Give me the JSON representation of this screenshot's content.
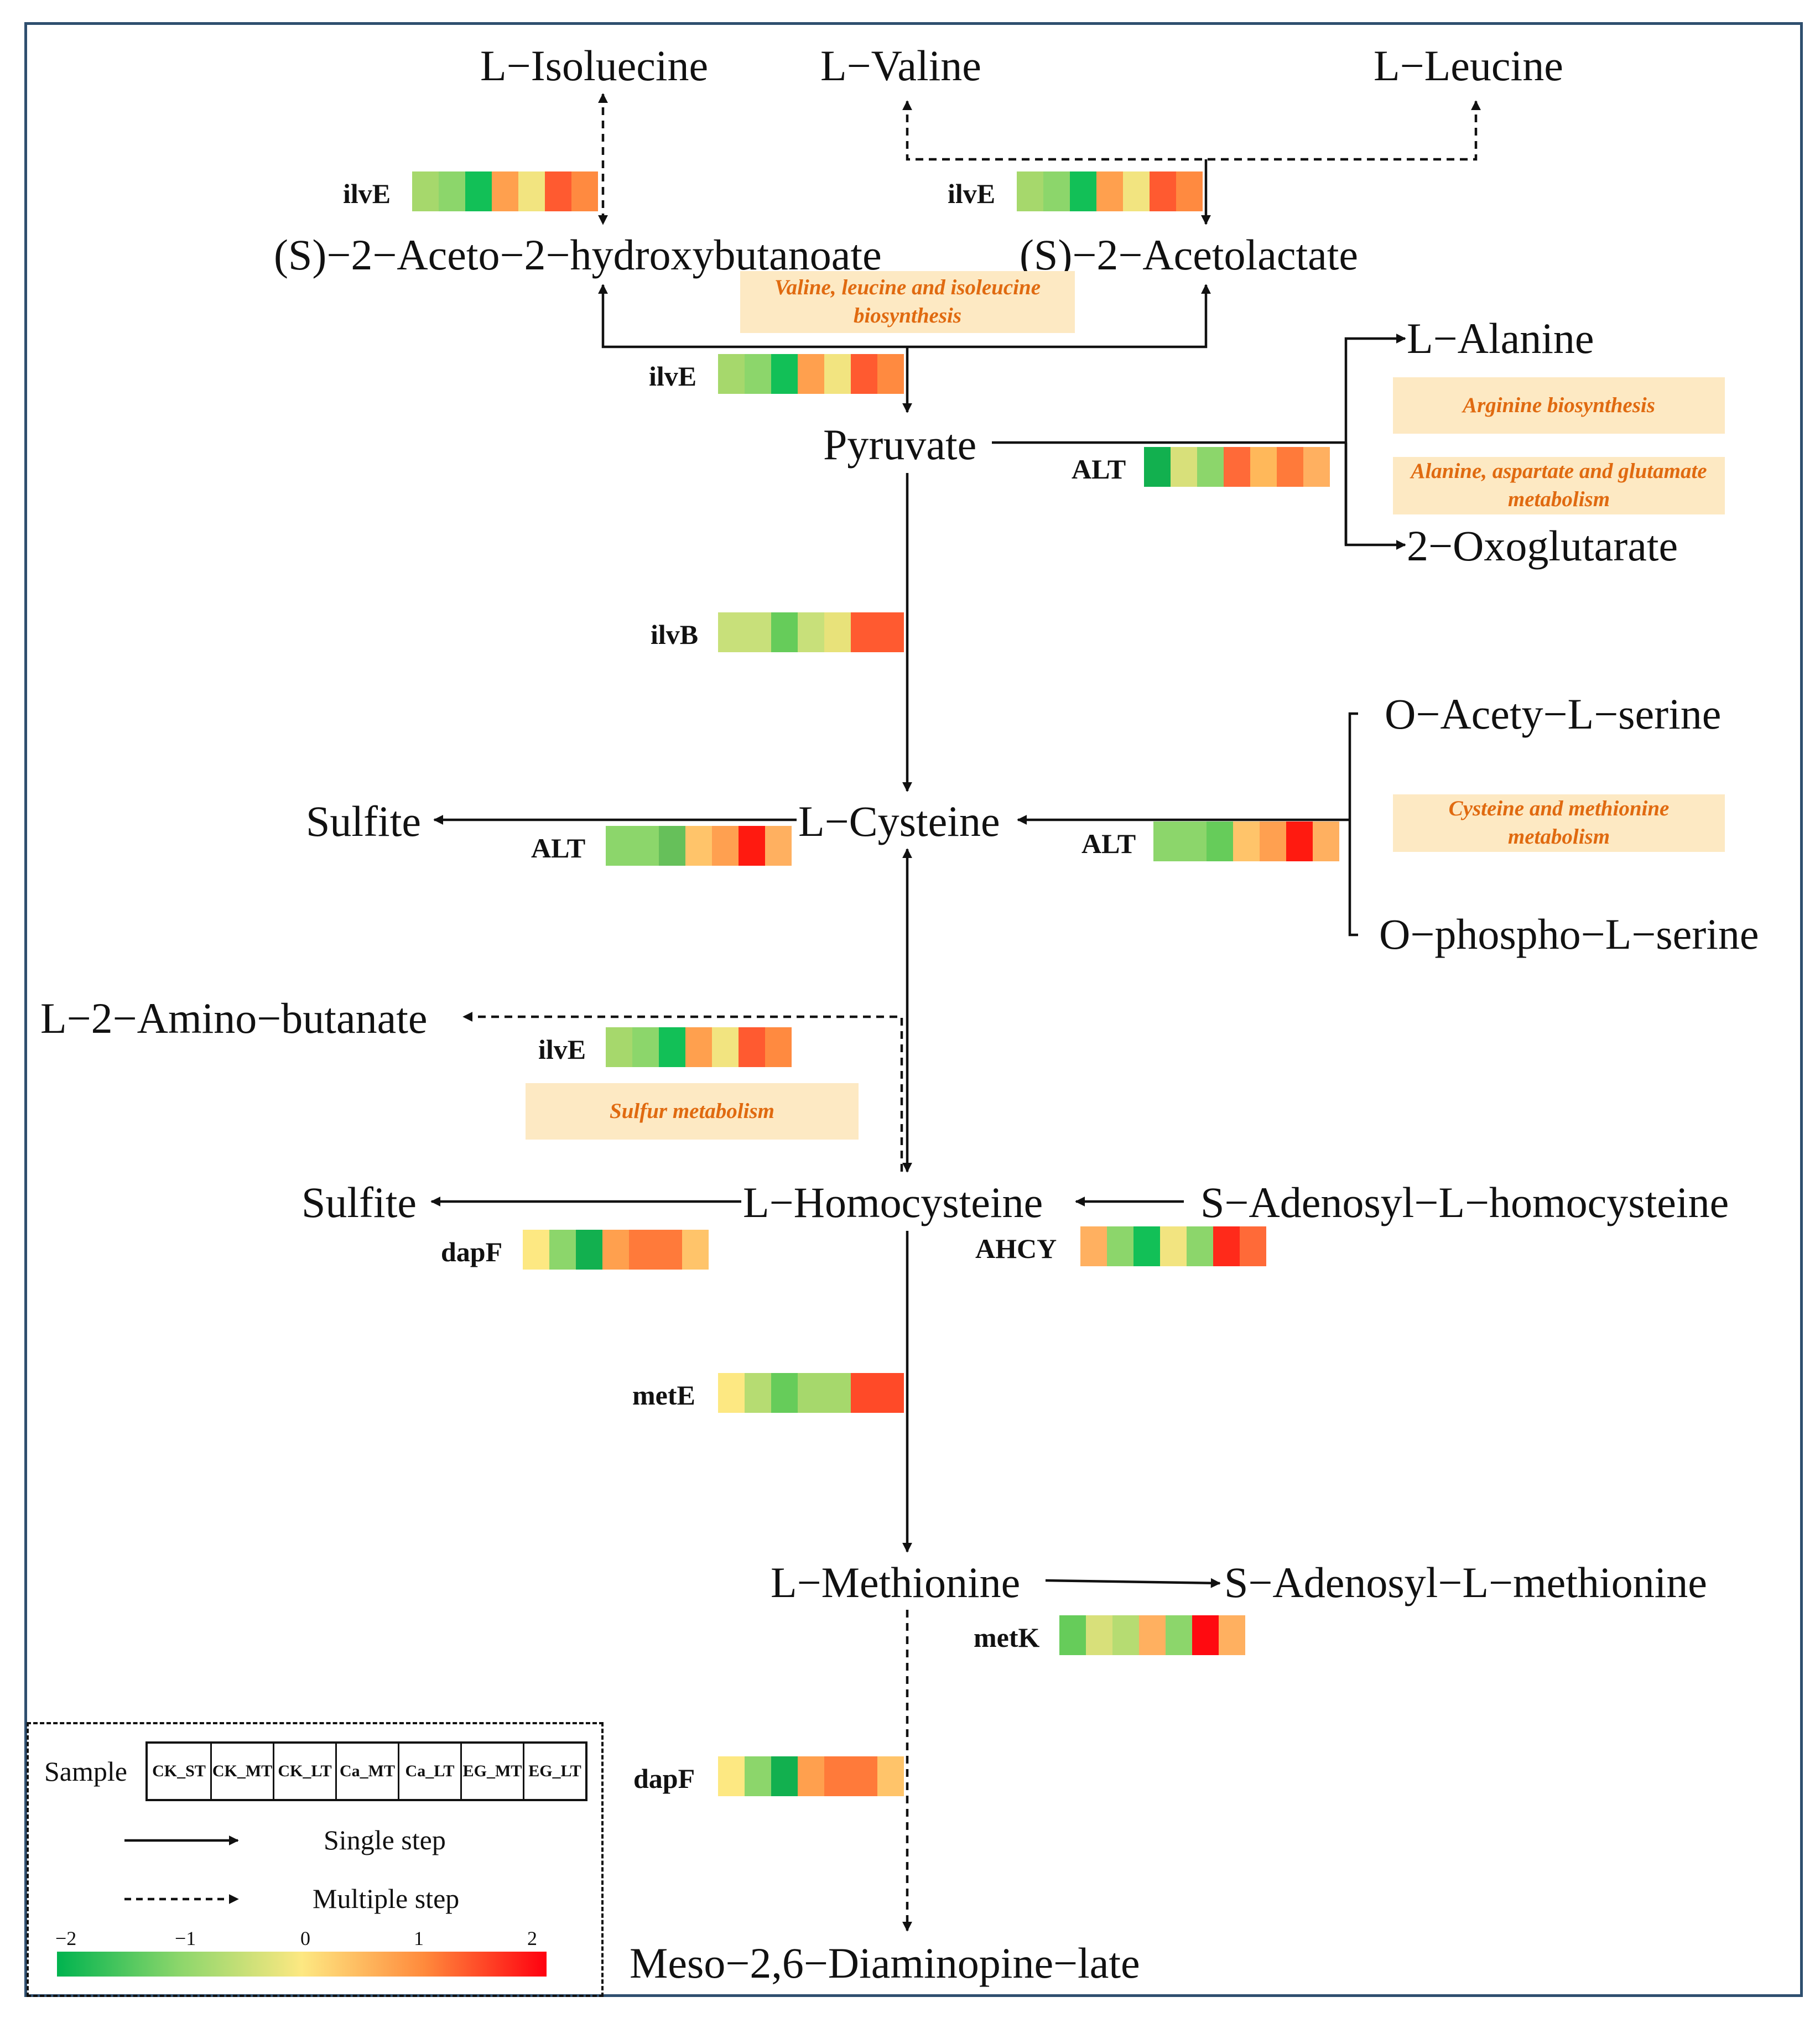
{
  "nodes": {
    "l_isoleucine": "L−Isoluecine",
    "l_valine": "L−Valine",
    "l_leucine": "L−Leucine",
    "aceto_hydroxybutanoate": "(S)−2−Aceto−2−hydroxybutanoate",
    "acetolactate": "(S)−2−Acetolactate",
    "l_alanine": "L−Alanine",
    "pyruvate": "Pyruvate",
    "oxoglutarate": "2−Oxoglutarate",
    "o_acetyl_serine": "O−Acety−L−serine",
    "sulfite_1": "Sulfite",
    "l_cysteine": "L−Cysteine",
    "o_phospho_serine": "O−phospho−L−serine",
    "amino_butanate": "L−2−Amino−butanate",
    "sulfite_2": "Sulfite",
    "l_homocysteine": "L−Homocysteine",
    "sah": "S−Adenosyl−L−homocysteine",
    "l_methionine": "L−Methionine",
    "sam": "S−Adenosyl−L−methionine",
    "diaminopimelate": "Meso−2,6−Diaminopine−late"
  },
  "pathways": {
    "valine": "Valine, leucine and isoleucine biosynthesis",
    "arginine": "Arginine biosynthesis",
    "alanine": "Alanine, aspartate and glutamate metabolism",
    "cysteine": "Cysteine and methionine metabolism",
    "sulfur": "Sulfur metabolism"
  },
  "enzymes": [
    {
      "label": "ilvE",
      "colors": [
        "#a6d86c",
        "#8cd66b",
        "#12c057",
        "#ffa04e",
        "#f2e480",
        "#ff5a30",
        "#ff8a40"
      ]
    },
    {
      "label": "ilvE",
      "colors": [
        "#a6d86c",
        "#8cd66b",
        "#12c057",
        "#ffa04e",
        "#f2e480",
        "#ff5a30",
        "#ff8a40"
      ]
    },
    {
      "label": "ilvE",
      "colors": [
        "#a6d86c",
        "#8cd66b",
        "#12c057",
        "#ffa04e",
        "#f2e480",
        "#ff5a30",
        "#ff8a40"
      ]
    },
    {
      "label": "ALT",
      "colors": [
        "#12b04f",
        "#d8e07a",
        "#8cd66b",
        "#ff6a38",
        "#ffb85a",
        "#ff7a3a",
        "#ffb060"
      ]
    },
    {
      "label": "ilvB",
      "colors": [
        "#c8e07a",
        "#c8e07a",
        "#66cc5a",
        "#c8e07a",
        "#e8e27a",
        "#ff5a30",
        "#ff5a30"
      ]
    },
    {
      "label": "ALT",
      "colors": [
        "#8cd66b",
        "#8cd66b",
        "#66c05a",
        "#ffc46a",
        "#ffa050",
        "#ff1a10",
        "#ffb060"
      ]
    },
    {
      "label": "ALT",
      "colors": [
        "#8cd66b",
        "#8cd66b",
        "#66cc5a",
        "#ffc46a",
        "#ffa050",
        "#ff1a10",
        "#ffb060"
      ]
    },
    {
      "label": "ilvE",
      "colors": [
        "#a6d86c",
        "#8cd66b",
        "#12c057",
        "#ffa04e",
        "#f2e480",
        "#ff5a30",
        "#ff8a40"
      ]
    },
    {
      "label": "dapF",
      "colors": [
        "#fde882",
        "#8cd66b",
        "#12b04f",
        "#ffa04e",
        "#ff7a3a",
        "#ff7a3a",
        "#ffc46a"
      ]
    },
    {
      "label": "AHCY",
      "colors": [
        "#ffb060",
        "#8cd66b",
        "#12c057",
        "#f2e480",
        "#8cd66b",
        "#ff2a1a",
        "#ff6a38"
      ]
    },
    {
      "label": "metE",
      "colors": [
        "#fde882",
        "#b6dc72",
        "#66cc5a",
        "#a6d86c",
        "#a6d86c",
        "#ff4a28",
        "#ff4a28"
      ]
    },
    {
      "label": "metK",
      "colors": [
        "#66cc5a",
        "#d8e07a",
        "#b6dc72",
        "#ffb060",
        "#8cd66b",
        "#ff0a10",
        "#ffb060"
      ]
    },
    {
      "label": "dapF",
      "colors": [
        "#fde882",
        "#8cd66b",
        "#12b04f",
        "#ffa04e",
        "#ff7a3a",
        "#ff7a3a",
        "#ffc46a"
      ]
    }
  ],
  "legend": {
    "sample_label": "Sample",
    "samples": [
      {
        "top": "CK_",
        "bottom": "ST"
      },
      {
        "top": "CK_",
        "bottom": "MT"
      },
      {
        "top": "CK_",
        "bottom": "LT"
      },
      {
        "top": "Ca_",
        "bottom": "MT"
      },
      {
        "top": "Ca_",
        "bottom": "LT"
      },
      {
        "top": "EG_",
        "bottom": "MT"
      },
      {
        "top": "EG_",
        "bottom": "LT"
      }
    ],
    "single_step": "Single step",
    "multiple_step": "Multiple step",
    "scale_ticks": [
      "−2",
      "−1",
      "0",
      "1",
      "2"
    ],
    "scale_colors": [
      "#00b34f",
      "#8cd66b",
      "#fde882",
      "#ff8a3c",
      "#ff0010"
    ]
  }
}
